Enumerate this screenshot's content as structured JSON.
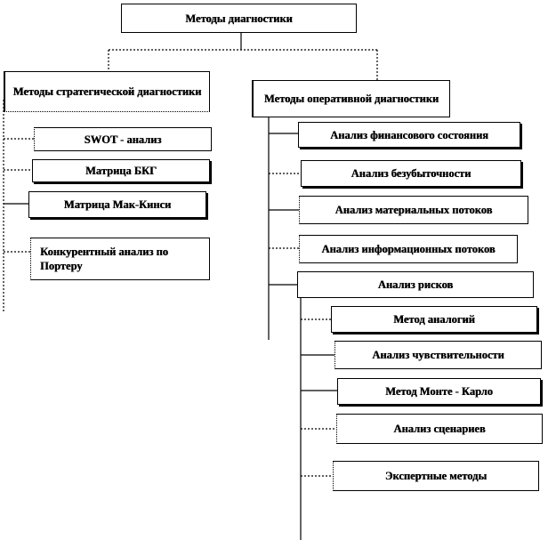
{
  "root": "Методы диагностики",
  "strategic": {
    "title": "Методы стратегической диагностики",
    "items": [
      "SWOT - анализ",
      "Матрица БКГ",
      "Матрица Мак-Кинси",
      "Конкурентный анализ по Портеру"
    ]
  },
  "operational": {
    "title": "Методы оперативной диагностики",
    "items": [
      "Анализ финансового состояния",
      "Анализ безубыточности",
      "Анализ материальных потоков",
      "Анализ информационных потоков",
      "Анализ рисков"
    ],
    "risk_items": [
      "Метод аналогий",
      "Анализ чувствительности",
      "Метод Монте - Карло",
      "Анализ сценариев",
      "Экспертные методы"
    ]
  }
}
